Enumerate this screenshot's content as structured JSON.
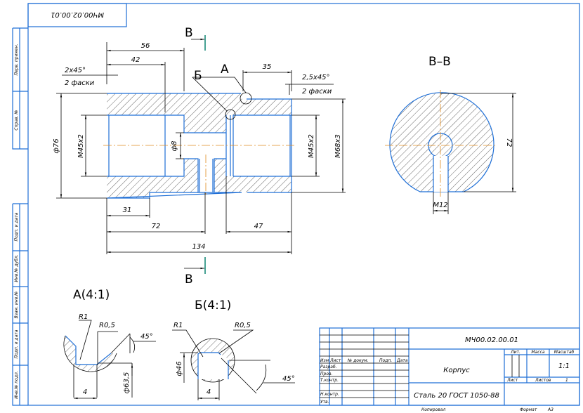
{
  "stamp_code": "МЧ00.02.00.01",
  "margin_labels": [
    "Перв. примен.",
    "Справ. №",
    "Подп. и дата",
    "Инв.№ дубл.",
    "Взам. инв.№",
    "Подп. и дата",
    "Инв.№ подл."
  ],
  "main_view": {
    "section_mark": "В",
    "dims": {
      "d56": "56",
      "d42": "42",
      "chamfer_left": "2x45°",
      "chamfer_left_note": "2 фаски",
      "d35": "35",
      "chamfer_right": "2,5x45°",
      "chamfer_right_note": "2 фаски",
      "dia76": "ф76",
      "m45_left": "M45x2",
      "dia8": "ф8",
      "m45_right": "M45x2",
      "m68": "M68x3",
      "d31": "31",
      "d72": "72",
      "d47": "47",
      "d134": "134"
    },
    "callout_a": "А",
    "callout_b": "Б"
  },
  "section_view": {
    "title": "В–В",
    "dim_72": "72",
    "dim_m12": "M12"
  },
  "detail_a": {
    "title": "А(4:1)",
    "r1": "R1",
    "r05": "R0,5",
    "angle": "45°",
    "width": "4",
    "dia": "ф63,5"
  },
  "detail_b": {
    "title": "Б(4:1)",
    "r1": "R1",
    "r05": "R0,5",
    "angle": "45°",
    "width": "4",
    "dia": "ф46"
  },
  "title_block": {
    "designation": "МЧ00.02.00.01",
    "name": "Корпус",
    "material": "Сталь 20 ГОСТ 1050-88",
    "headers": [
      "Изм",
      "Лист",
      "№ докум.",
      "Подп.",
      "Дата"
    ],
    "roles": [
      "Разраб.",
      "Пров.",
      "Т.контр.",
      "",
      "Н.контр.",
      "Утв."
    ],
    "lit_label": "Лит.",
    "mass_label": "Масса",
    "scale_label": "Масштаб",
    "scale_value": "1:1",
    "sheet_label": "Лист",
    "sheets_label": "Листов",
    "sheets_value": "1",
    "copied_label": "Копировал",
    "format_label": "Формат",
    "format_value": "A3"
  }
}
